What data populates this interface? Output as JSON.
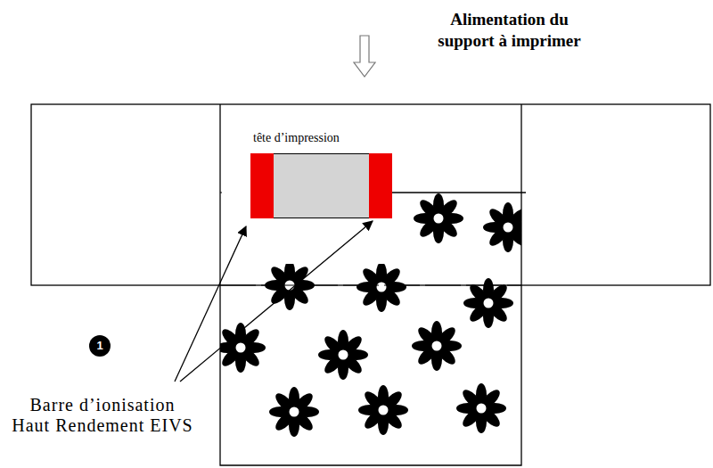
{
  "diagram": {
    "title": "Alimentation du support à imprimer",
    "nodes": [
      {
        "text": [
          "tête d’impression"
        ]
      },
      {
        "text": [
          "1"
        ]
      }
    ],
    "labels": [
      "Barre d’ionisation Haut Rendement EIVS"
    ]
  }
}
